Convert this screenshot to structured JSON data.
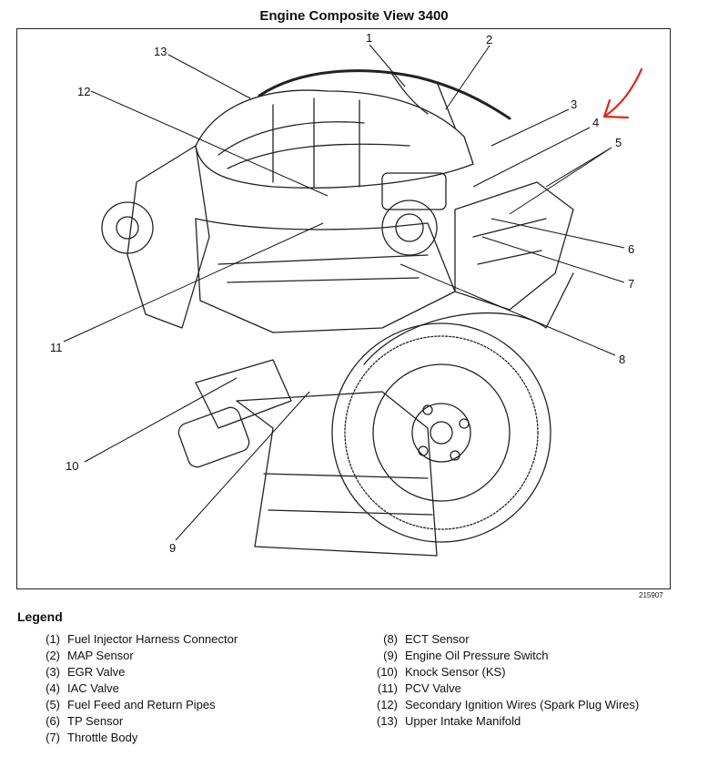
{
  "title": "Engine Composite View 3400",
  "figure_id": "215907",
  "callouts": [
    "1",
    "2",
    "3",
    "4",
    "5",
    "6",
    "7",
    "8",
    "9",
    "10",
    "11",
    "12",
    "13"
  ],
  "legend": {
    "heading": "Legend",
    "left": [
      {
        "num": "(1)",
        "label": "Fuel Injector Harness Connector"
      },
      {
        "num": "(2)",
        "label": "MAP Sensor"
      },
      {
        "num": "(3)",
        "label": "EGR Valve"
      },
      {
        "num": "(4)",
        "label": "IAC Valve"
      },
      {
        "num": "(5)",
        "label": "Fuel Feed and Return Pipes"
      },
      {
        "num": "(6)",
        "label": "TP Sensor"
      },
      {
        "num": "(7)",
        "label": "Throttle Body"
      }
    ],
    "right": [
      {
        "num": "(8)",
        "label": "ECT Sensor"
      },
      {
        "num": "(9)",
        "label": "Engine Oil Pressure Switch"
      },
      {
        "num": "(10)",
        "label": "Knock Sensor (KS)"
      },
      {
        "num": "(11)",
        "label": "PCV Valve"
      },
      {
        "num": "(12)",
        "label": "Secondary Ignition Wires (Spark Plug Wires)"
      },
      {
        "num": "(13)",
        "label": "Upper Intake Manifold"
      }
    ]
  },
  "colors": {
    "annotation": "#e0261f",
    "ink": "#111111"
  }
}
